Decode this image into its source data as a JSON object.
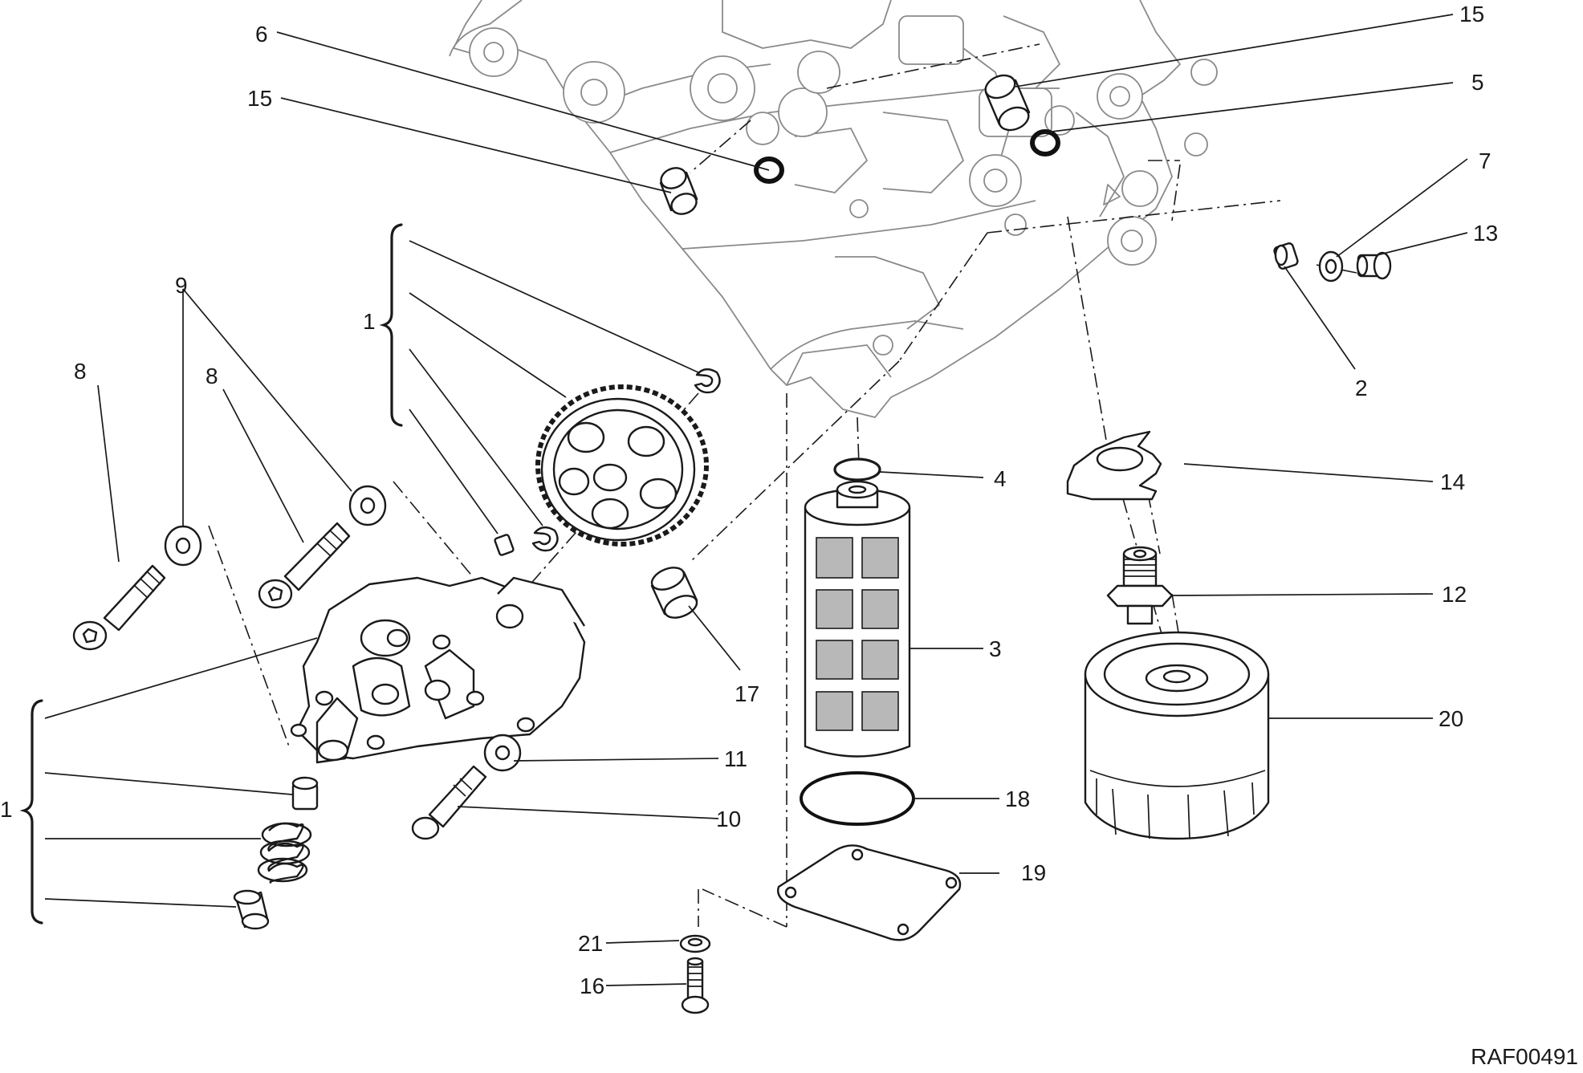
{
  "callouts": [
    {
      "id": "c1a",
      "text": "1"
    },
    {
      "id": "c1b",
      "text": "1"
    },
    {
      "id": "c2",
      "text": "2"
    },
    {
      "id": "c3",
      "text": "3"
    },
    {
      "id": "c4",
      "text": "4"
    },
    {
      "id": "c5",
      "text": "5"
    },
    {
      "id": "c6",
      "text": "6"
    },
    {
      "id": "c7",
      "text": "7"
    },
    {
      "id": "c8a",
      "text": "8"
    },
    {
      "id": "c8b",
      "text": "8"
    },
    {
      "id": "c9",
      "text": "9"
    },
    {
      "id": "c10",
      "text": "10"
    },
    {
      "id": "c11",
      "text": "11"
    },
    {
      "id": "c12",
      "text": "12"
    },
    {
      "id": "c13",
      "text": "13"
    },
    {
      "id": "c14",
      "text": "14"
    },
    {
      "id": "c15a",
      "text": "15"
    },
    {
      "id": "c15b",
      "text": "15"
    },
    {
      "id": "c16",
      "text": "16"
    },
    {
      "id": "c17",
      "text": "17"
    },
    {
      "id": "c18",
      "text": "18"
    },
    {
      "id": "c19",
      "text": "19"
    },
    {
      "id": "c20",
      "text": "20"
    },
    {
      "id": "c21",
      "text": "21"
    }
  ],
  "reference_code": "RAF00491"
}
